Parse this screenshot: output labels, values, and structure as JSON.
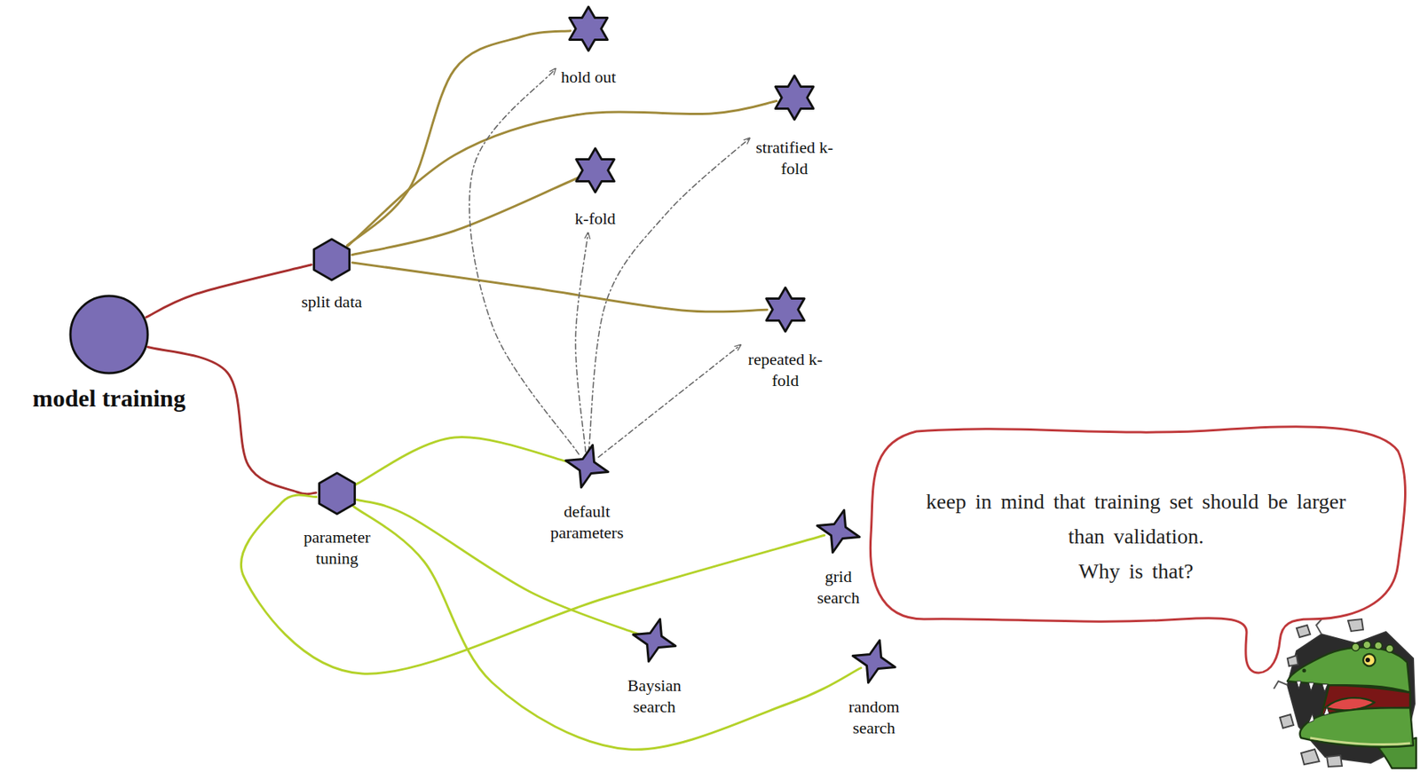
{
  "diagram": {
    "nodes": [
      {
        "text": [
          "model training"
        ]
      },
      {
        "text": [
          "split data"
        ]
      },
      {
        "text": [
          "hold out"
        ]
      },
      {
        "text": [
          "stratified k-fold"
        ]
      },
      {
        "text": [
          "k-fold"
        ]
      },
      {
        "text": [
          "repeated k-fold"
        ]
      },
      {
        "text": [
          "parameter tuning"
        ]
      },
      {
        "text": [
          "default parameters"
        ]
      },
      {
        "text": [
          "grid search"
        ]
      },
      {
        "text": [
          "Baysian search"
        ]
      },
      {
        "text": [
          "random search"
        ]
      },
      {
        "text": [
          "keep in mind that training set should be larger than validation.",
          "Why is that?"
        ]
      }
    ],
    "edges": [
      {
        "from": 0,
        "to": 1,
        "arrow": "none"
      },
      {
        "from": 0,
        "to": 6,
        "arrow": "none"
      },
      {
        "from": 1,
        "to": 2,
        "arrow": "none"
      },
      {
        "from": 1,
        "to": 3,
        "arrow": "none"
      },
      {
        "from": 1,
        "to": 4,
        "arrow": "none"
      },
      {
        "from": 1,
        "to": 5,
        "arrow": "none"
      },
      {
        "from": 6,
        "to": 7,
        "arrow": "none"
      },
      {
        "from": 6,
        "to": 8,
        "arrow": "none"
      },
      {
        "from": 6,
        "to": 9,
        "arrow": "none"
      },
      {
        "from": 6,
        "to": 10,
        "arrow": "none"
      },
      {
        "from": 7,
        "to": 2,
        "arrow": "to"
      },
      {
        "from": 7,
        "to": 4,
        "arrow": "to"
      },
      {
        "from": 7,
        "to": 3,
        "arrow": "to"
      },
      {
        "from": 7,
        "to": 5,
        "arrow": "to"
      }
    ]
  }
}
